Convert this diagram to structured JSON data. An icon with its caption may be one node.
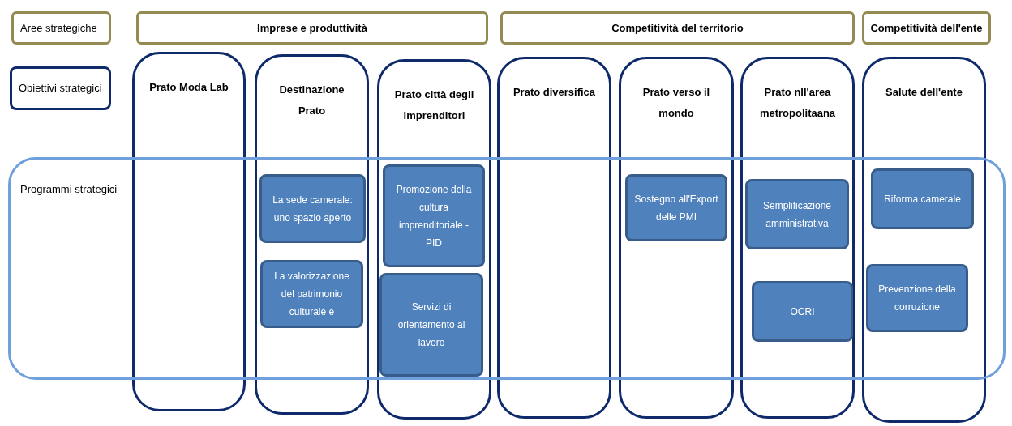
{
  "diagram": {
    "nodes": [
      {
        "text": [
          "Aree strategiche"
        ]
      },
      {
        "text": [
          "Imprese e produttività"
        ]
      },
      {
        "text": [
          "Competitività del territorio"
        ]
      },
      {
        "text": [
          "Competitività dell'ente"
        ]
      },
      {
        "text": [
          "Obiettivi  strategici"
        ]
      },
      {
        "text": [
          "Prato Moda Lab"
        ]
      },
      {
        "text": [
          "Destinazione Prato"
        ]
      },
      {
        "text": [
          "Prato città degli imprenditori"
        ]
      },
      {
        "text": [
          "Prato diversifica"
        ]
      },
      {
        "text": [
          "Prato verso il mondo"
        ]
      },
      {
        "text": [
          "Prato nll'area metropolitaana"
        ]
      },
      {
        "text": [
          "Salute dell'ente"
        ]
      },
      {
        "text": [
          "Programmi strategici"
        ]
      },
      {
        "text": [
          "La sede camerale: uno spazio aperto"
        ]
      },
      {
        "text": [
          "La valorizzazione del patrimonio culturale e"
        ]
      },
      {
        "text": [
          "Promozione della cultura imprenditoriale - PID"
        ]
      },
      {
        "text": [
          "Servizi di orientamento al lavoro"
        ]
      },
      {
        "text": [
          "Sostegno all'Export delle PMI"
        ]
      },
      {
        "text": [
          "Semplificazione amministrativa"
        ]
      },
      {
        "text": [
          "OCRI"
        ]
      },
      {
        "text": [
          "Riforma camerale"
        ]
      },
      {
        "text": [
          "Prevenzione della corruzione"
        ]
      }
    ]
  }
}
